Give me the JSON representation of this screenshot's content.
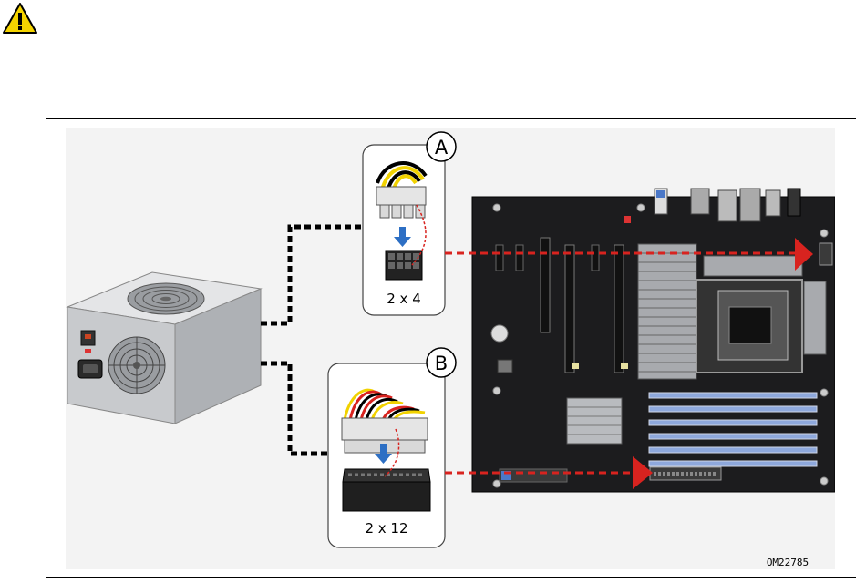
{
  "warning": {
    "icon": "warning-triangle-icon"
  },
  "callouts": {
    "a": {
      "letter": "A",
      "label": "2 x 4"
    },
    "b": {
      "letter": "B",
      "label": "2 x 12"
    }
  },
  "figure_code": "OM22785",
  "colors": {
    "board": "#1c1c1e",
    "arrow_red": "#d8231f",
    "dashed_red": "#d8231f",
    "cable_dash": "#000000",
    "psu_body": "#cfd1d4",
    "warning_yellow": "#f5d400"
  }
}
